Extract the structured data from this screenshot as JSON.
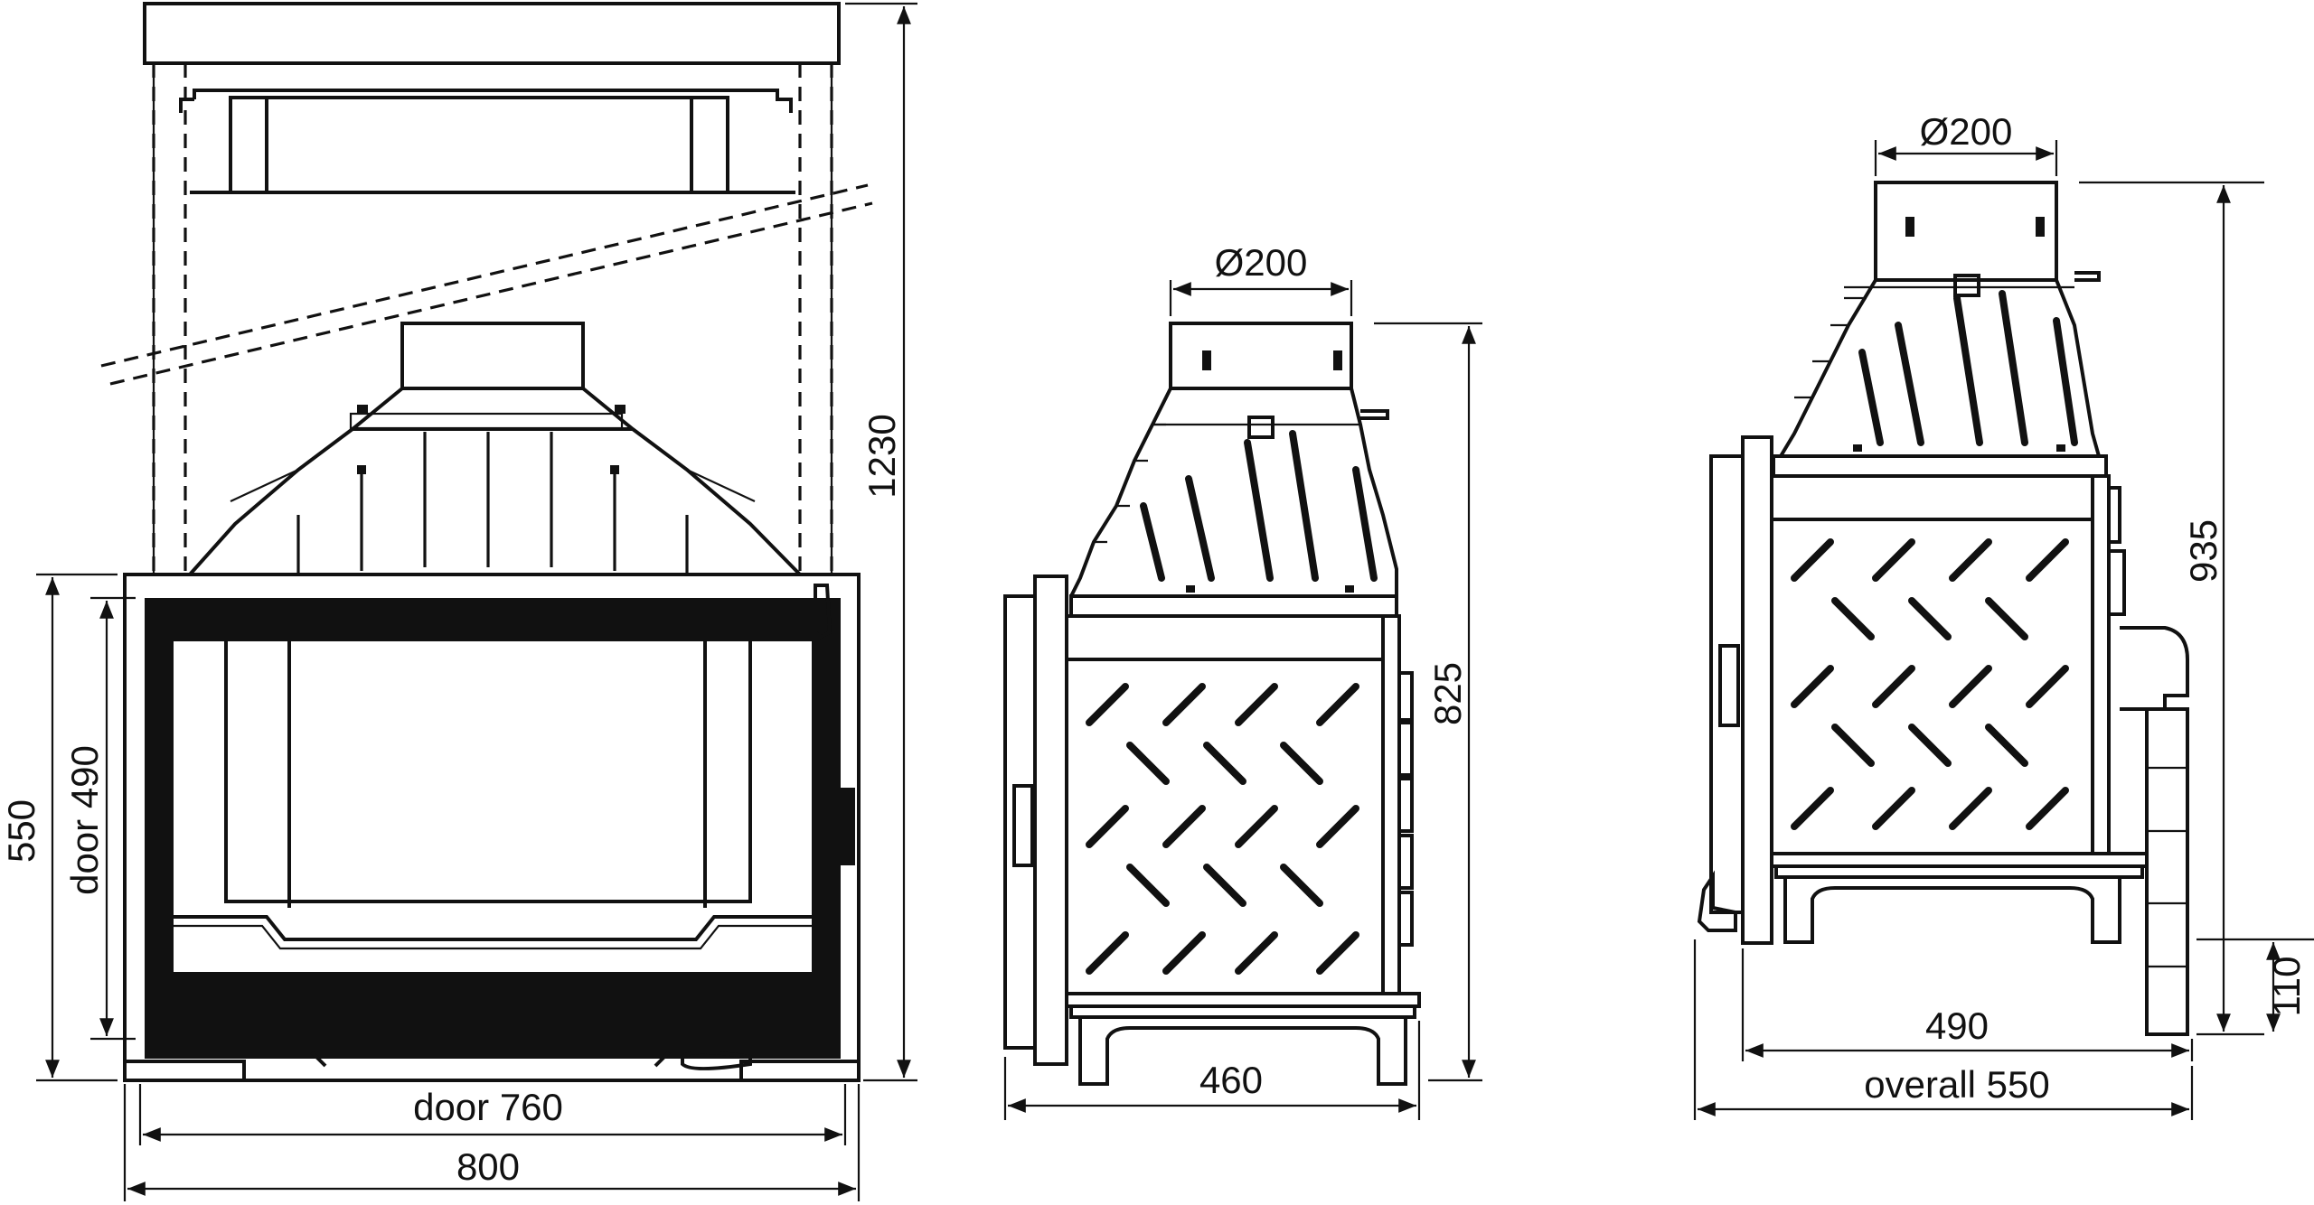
{
  "views": {
    "front": {
      "dim_width": "800",
      "dim_door_width": "door 760",
      "dim_height": "550",
      "dim_door_height": "door 490",
      "dim_total_height": "1230"
    },
    "side": {
      "dim_flue": "Ø200",
      "dim_depth": "460",
      "dim_height": "825"
    },
    "side2": {
      "dim_flue": "Ø200",
      "dim_depth": "490",
      "dim_overall": "overall 550",
      "dim_height": "935",
      "dim_base": "110"
    }
  }
}
